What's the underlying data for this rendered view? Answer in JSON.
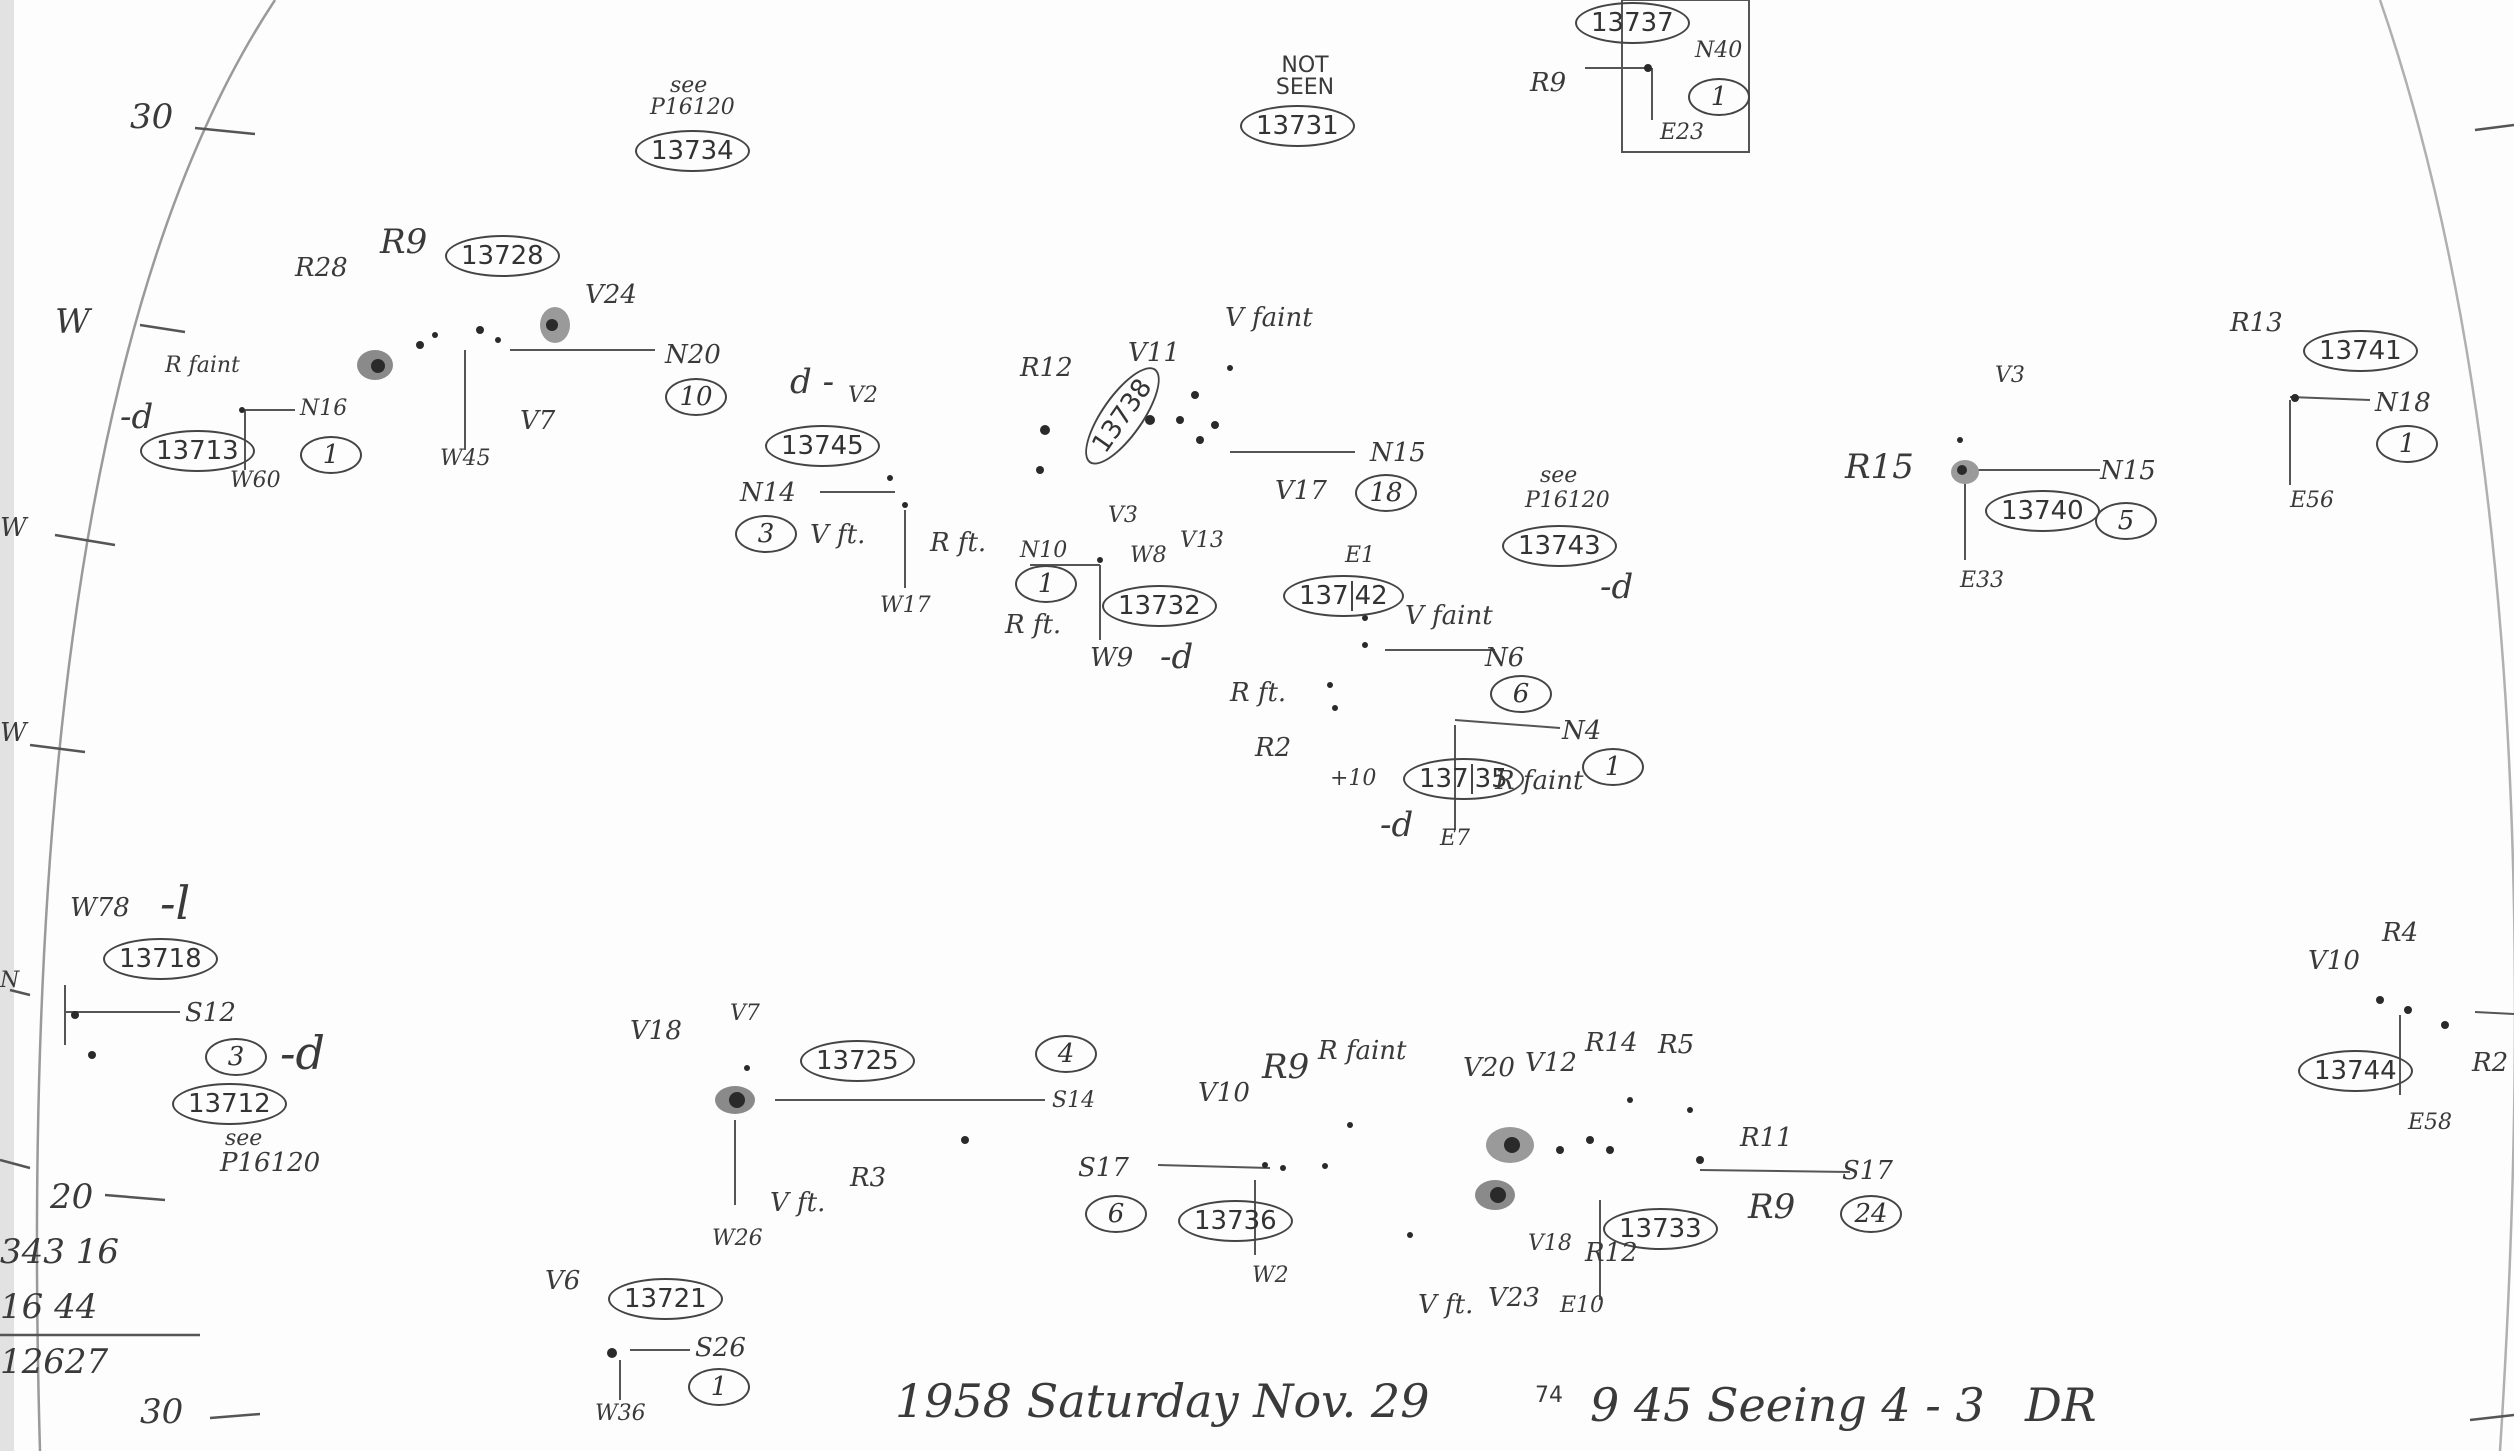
{
  "footer": {
    "date_line": "1958 Saturday Nov. 29",
    "superscript": "74",
    "seeing": "9 45  Seeing 4 - 3",
    "initials": "DR"
  },
  "margin": {
    "ticks": [
      "30",
      "W",
      "W",
      "W",
      "N",
      "20",
      "30"
    ],
    "sums": [
      "343 16",
      "16 44",
      "12627"
    ]
  },
  "groups": {
    "g13713": {
      "number": "13713",
      "count": "1",
      "note": "-d",
      "labels": [
        "R faint",
        "N16",
        "W60"
      ]
    },
    "g13728": {
      "number": "13728",
      "count": "10",
      "labels": [
        "R28",
        "R9",
        "V24",
        "N20",
        "W45",
        "V7"
      ]
    },
    "g13734": {
      "number": "13734",
      "note": "see",
      "ref": "P16120"
    },
    "g13731": {
      "number": "13731",
      "note": "NOT SEEN"
    },
    "g13737": {
      "number": "13737",
      "count": "1",
      "labels": [
        "R9",
        "N40",
        "E23"
      ]
    },
    "g13745": {
      "number": "13745",
      "count": "3",
      "note": "d -",
      "labels": [
        "V2",
        "N14",
        "V ft.",
        "R ft.",
        "W17"
      ]
    },
    "g13738": {
      "number": "13738",
      "count": "18",
      "labels": [
        "R12",
        "V11",
        "V faint",
        "N15",
        "V17",
        "V3",
        "W8",
        "V13"
      ]
    },
    "g13732": {
      "number": "13732",
      "count": "1",
      "note": "-d",
      "labels": [
        "N10",
        "R ft.",
        "W9"
      ]
    },
    "g13743": {
      "number": "13743",
      "note": "see",
      "ref": "P16120",
      "note2": "-d"
    },
    "g13742": {
      "number_a": "137",
      "number_b": "42",
      "count": "6",
      "labels": [
        "E1",
        "V faint",
        "N6",
        "R ft.",
        "R2"
      ]
    },
    "g13735": {
      "number_a": "137",
      "number_b": "35",
      "count": "1",
      "note": "-d",
      "labels": [
        "N4",
        "R faint",
        "E7",
        "+10"
      ]
    },
    "g13740": {
      "number": "13740",
      "count": "5",
      "labels": [
        "V3",
        "R15",
        "N15",
        "E33"
      ]
    },
    "g13741": {
      "number": "13741",
      "count": "1",
      "labels": [
        "R13",
        "N18",
        "E56"
      ]
    },
    "g13718": {
      "number": "13718",
      "note": "-l",
      "labels": [
        "W78"
      ]
    },
    "g13712": {
      "number": "13712",
      "count": "3",
      "note": "-d",
      "note2": "see",
      "ref": "P16120",
      "labels": [
        "S12"
      ]
    },
    "g13725": {
      "number": "13725",
      "count": "4",
      "labels": [
        "V18",
        "V7",
        "S14",
        "V ft.",
        "R3",
        "W26"
      ]
    },
    "g13721": {
      "number": "13721",
      "count": "1",
      "labels": [
        "V6",
        "S26",
        "W36"
      ]
    },
    "g13736": {
      "number": "13736",
      "count": "6",
      "labels": [
        "V10",
        "R9",
        "R faint",
        "S17",
        "W2"
      ]
    },
    "g13733": {
      "number": "13733",
      "count": "24",
      "labels": [
        "V20",
        "V12",
        "R14",
        "R5",
        "R11",
        "S17",
        "R9",
        "V18",
        "R12",
        "V23",
        "E10",
        "V ft."
      ]
    },
    "g13744": {
      "number": "13744",
      "labels": [
        "V10",
        "R4",
        "R2",
        "E58"
      ]
    }
  }
}
